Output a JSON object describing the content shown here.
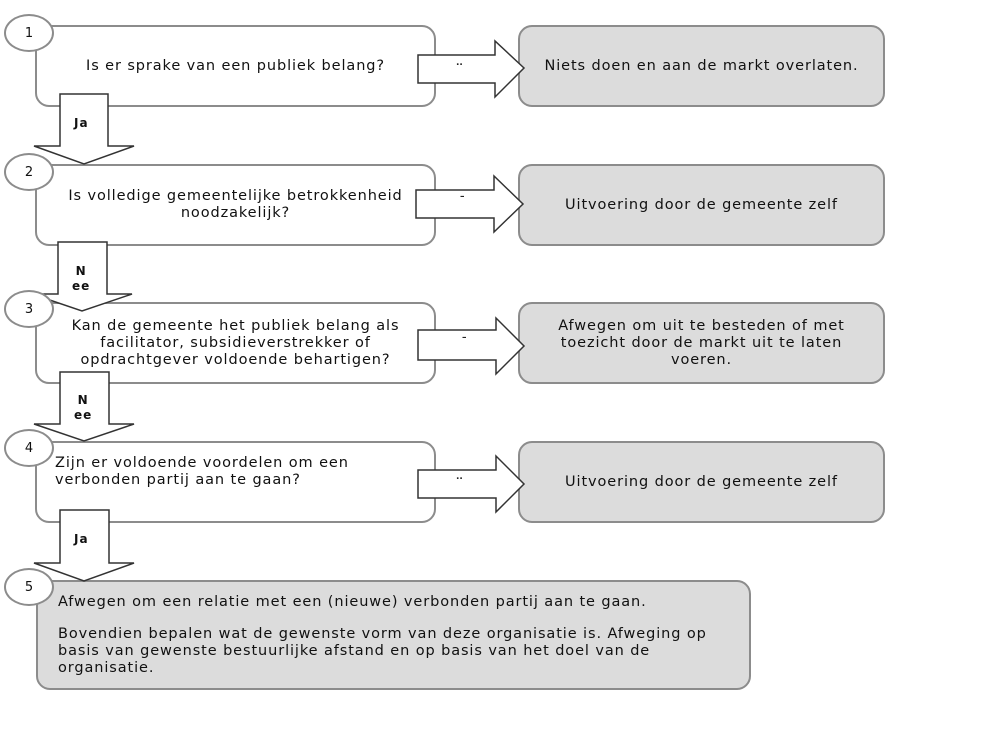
{
  "steps": [
    {
      "number": "1",
      "question": "Is er sprake van een publiek belang?",
      "down_label": "Ja",
      "right_label": "..",
      "outcome": "Niets doen en aan de markt overlaten."
    },
    {
      "number": "2",
      "question": "Is volledige gemeentelijke betrokkenheid\nnoodzakelijk?",
      "down_label": "N\nee",
      "right_label": "–",
      "outcome": "Uitvoering door de gemeente zelf"
    },
    {
      "number": "3",
      "question": "Kan de gemeente het publiek belang als\nfacilitator, subsidieverstrekker of\nopdrachtgever voldoende behartigen?",
      "down_label": "N\nee",
      "right_label": "–",
      "outcome": "Afwegen om uit te besteden of met\ntoezicht door de markt uit te laten\nvoeren."
    },
    {
      "number": "4",
      "question": "Zijn er voldoende voordelen om een\nverbonden partij aan te gaan?",
      "down_label": "Ja",
      "right_label": "..",
      "outcome": "Uitvoering door de gemeente zelf"
    }
  ],
  "final": {
    "number": "5",
    "paragraph1": "Afwegen om een relatie met een (nieuwe) verbonden partij aan te gaan.",
    "paragraph2": "Bovendien bepalen wat de gewenste vorm van deze organisatie is. Afweging op basis van gewenste bestuurlijke afstand en op basis van het doel van de organisatie."
  }
}
